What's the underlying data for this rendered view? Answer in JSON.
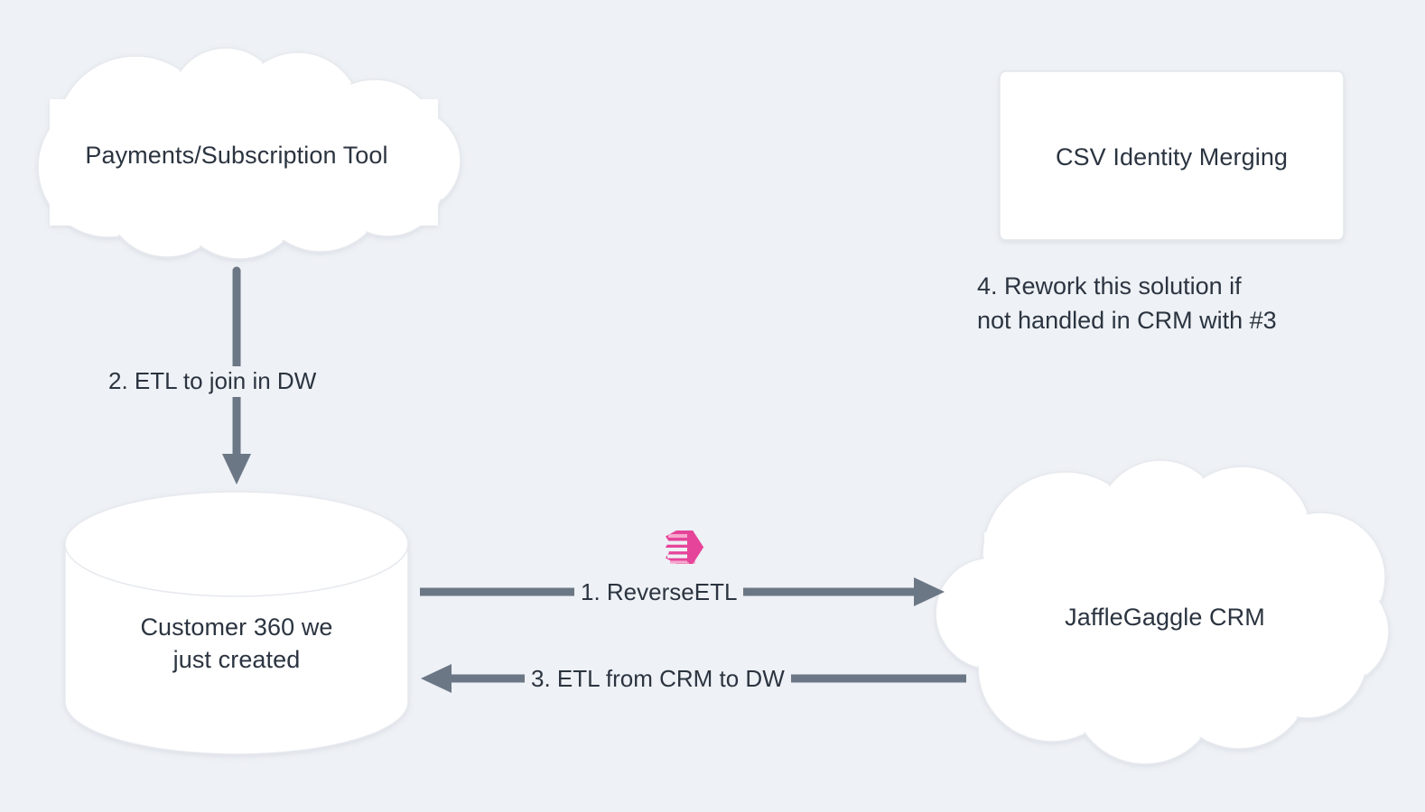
{
  "diagram": {
    "background_color": "#eef1f5",
    "text_color": "#2b3440",
    "shape_fill": "#ffffff",
    "shape_stroke": "#e6e9ee",
    "arrow_color": "#6b7785",
    "accent_color": "#e6449a"
  },
  "nodes": {
    "payments_cloud": {
      "label": "Payments/Subscription Tool",
      "shape": "cloud"
    },
    "csv_box": {
      "label": "CSV Identity Merging",
      "shape": "rectangle"
    },
    "warehouse_cylinder": {
      "label": "Customer 360 we\njust created",
      "shape": "cylinder"
    },
    "crm_cloud": {
      "label": "JaffleGaggle CRM",
      "shape": "cloud"
    }
  },
  "edges": {
    "etl_join": {
      "label": "2. ETL to join in DW",
      "direction": "down",
      "from": "payments_cloud",
      "to": "warehouse_cylinder"
    },
    "reverse_etl": {
      "label": "1. ReverseETL",
      "direction": "right",
      "from": "warehouse_cylinder",
      "to": "crm_cloud"
    },
    "etl_from_crm": {
      "label": "3. ETL from CRM to DW",
      "direction": "left",
      "from": "crm_cloud",
      "to": "warehouse_cylinder"
    }
  },
  "annotations": {
    "rework_note": "4. Rework this solution if\nnot handled in CRM with #3"
  },
  "icons": {
    "hightouch_logo": "hightouch-logo-icon"
  }
}
